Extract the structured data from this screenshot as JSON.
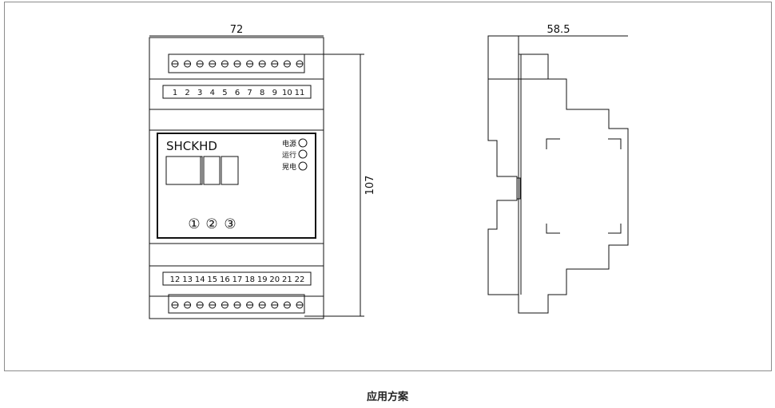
{
  "front_view": {
    "width_dimension": "72",
    "height_dimension": "107",
    "model_label": "SHCKHD",
    "top_terminal_numbers": [
      "1",
      "2",
      "3",
      "4",
      "5",
      "6",
      "7",
      "8",
      "9",
      "10",
      "11"
    ],
    "bottom_terminal_numbers": [
      "12",
      "13",
      "14",
      "15",
      "16",
      "17",
      "18",
      "19",
      "20",
      "21",
      "22"
    ],
    "indicators": [
      {
        "label": "电源"
      },
      {
        "label": "运行"
      },
      {
        "label": "晃电"
      }
    ],
    "buttons": [
      "①",
      "②",
      "③"
    ]
  },
  "side_view": {
    "width_dimension": "58.5"
  },
  "caption": "应用方案"
}
